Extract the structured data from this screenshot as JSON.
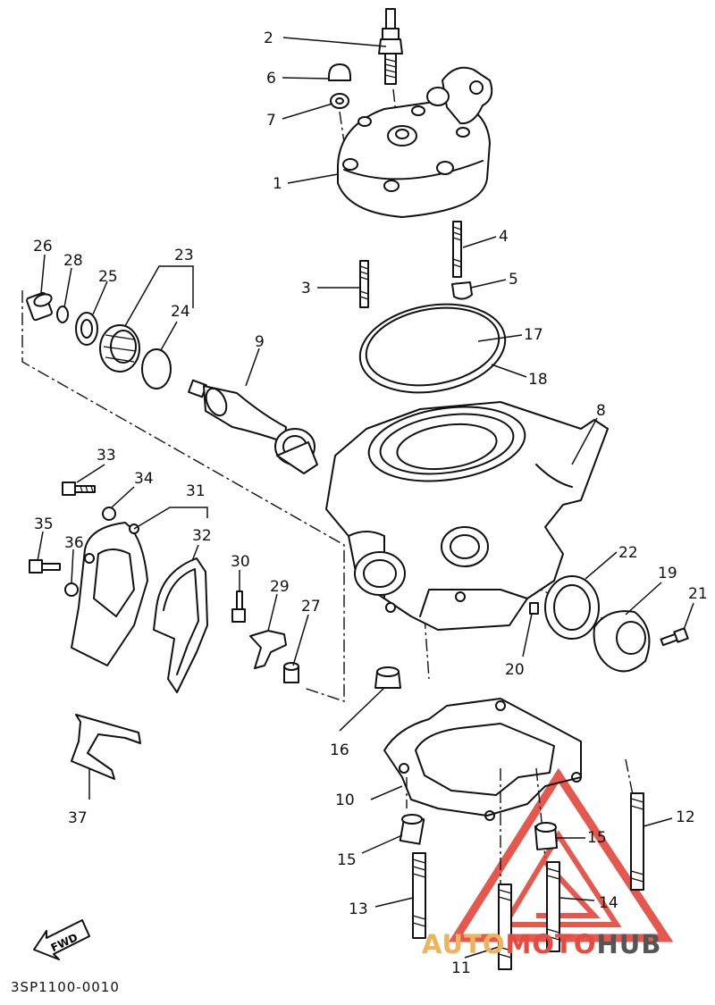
{
  "catalog_code": "3SP1100-0010",
  "fwd_arrow_label": "FWD",
  "watermark": {
    "text_auto": "AUTO",
    "text_moto": "MOTO",
    "text_hub": "HUB",
    "colors": {
      "auto": "#f0b25a",
      "moto": "#e74a3f",
      "hub": "#555555",
      "triangle": "#e23b2e"
    }
  },
  "part_labels": {
    "p1": "1",
    "p2": "2",
    "p3": "3",
    "p4": "4",
    "p5": "5",
    "p6": "6",
    "p7": "7",
    "p8": "8",
    "p9": "9",
    "p10": "10",
    "p11": "11",
    "p12": "12",
    "p13": "13",
    "p14": "14",
    "p15a": "15",
    "p15b": "15",
    "p16": "16",
    "p17": "17",
    "p18": "18",
    "p19": "19",
    "p20": "20",
    "p21": "21",
    "p22": "22",
    "p23": "23",
    "p24": "24",
    "p25": "25",
    "p26": "26",
    "p27": "27",
    "p28": "28",
    "p29": "29",
    "p30": "30",
    "p31": "31",
    "p32": "32",
    "p33": "33",
    "p34": "34",
    "p35": "35",
    "p36": "36",
    "p37": "37"
  }
}
